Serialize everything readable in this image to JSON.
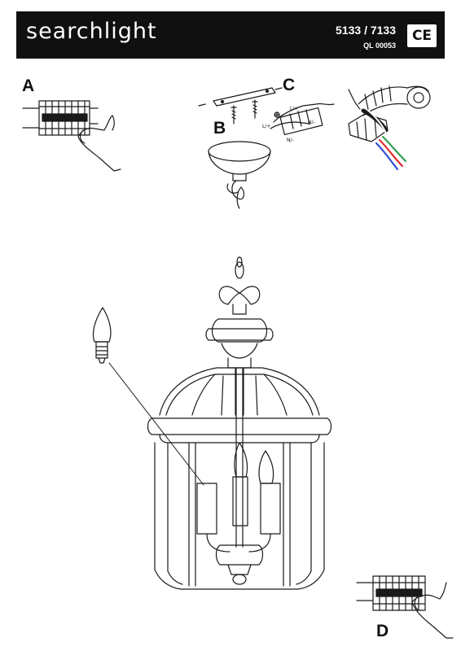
{
  "header": {
    "brand": "searchlight",
    "model_numbers": "5133 / 7133",
    "ql_code": "QL 00053",
    "ce_mark": "CE"
  },
  "steps": {
    "a": "A",
    "b": "B",
    "c": "C",
    "d": "D"
  },
  "wiring_labels": {
    "live_upper": "L/+",
    "neutral_upper": "N/-",
    "live_lower": "L/+",
    "neutral_lower": "N/-"
  },
  "colors": {
    "header_bg": "#101010",
    "line_art": "#1a1a1a",
    "wire_red": "#e03030",
    "wire_blue": "#3050d0",
    "wire_green": "#30a050"
  },
  "icons": [
    "ce-mark-icon",
    "candle-bulb-icon",
    "hand-icon",
    "connector-block-icon",
    "insulating-tape-icon",
    "ceiling-rose-icon",
    "lantern-icon"
  ]
}
